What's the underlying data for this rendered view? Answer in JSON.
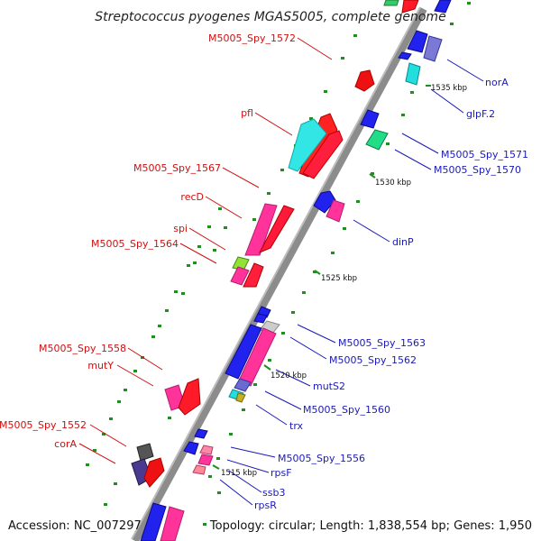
{
  "title": "Streptococcus pyogenes MGAS5005, complete genome",
  "footer": {
    "accession": "Accession: NC_007297",
    "topology": "Topology: circular; Length: 1,838,554 bp; Genes: 1,950"
  },
  "scale_ticks": [
    "1535 kbp",
    "1530 kbp",
    "1525 kbp",
    "1520 kbp",
    "1515 kbp"
  ],
  "genes_left": [
    "M5005_Spy_1572",
    "pfl",
    "M5005_Spy_1567",
    "recD",
    "spi",
    "M5005_Spy_1564",
    "M5005_Spy_1558",
    "mutY",
    "M5005_Spy_1552",
    "corA"
  ],
  "genes_right": [
    "norA",
    "glpF.2",
    "M5005_Spy_1571",
    "M5005_Spy_1570",
    "dinP",
    "M5005_Spy_1563",
    "M5005_Spy_1562",
    "mutS2",
    "M5005_Spy_1560",
    "trx",
    "M5005_Spy_1556",
    "rpsF",
    "ssb3",
    "rpsR"
  ],
  "colors": {
    "forward_label": "#d01010",
    "reverse_label": "#1a1ab8",
    "backbone": "#8c8c8c",
    "dots": "#1f8f1f"
  }
}
